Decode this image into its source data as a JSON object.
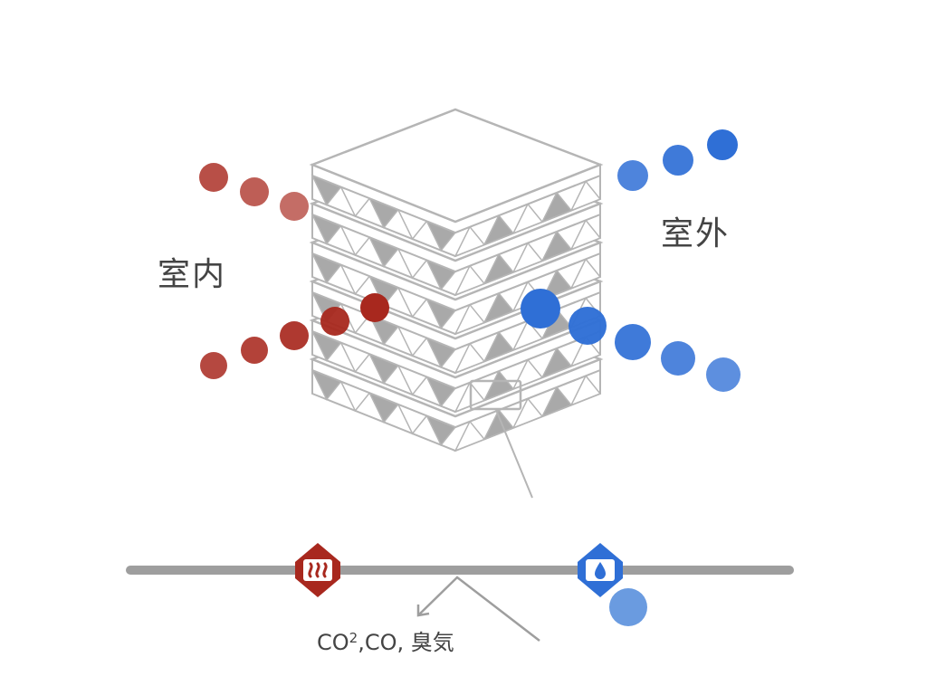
{
  "labels": {
    "indoor": "室内",
    "outdoor": "室外",
    "gas_prefix": "CO",
    "gas_subscript": "2",
    "gas_suffix": ",CO, 臭気"
  },
  "icons": {
    "heat": "heat-exchange-icon",
    "moisture": "moisture-exchange-icon"
  },
  "colors": {
    "indoor_air": "#a8281e",
    "outdoor_air": "#2f6fd6",
    "membrane": "#9e9e9e",
    "core_outline": "#b5b5b5",
    "text": "#444444"
  }
}
